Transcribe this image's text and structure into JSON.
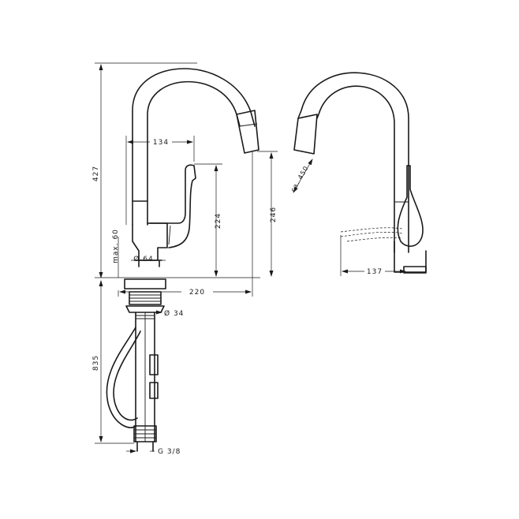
{
  "dimensions": {
    "total_height": "427",
    "spout_reach": "134",
    "lever_height": "224",
    "outlet_height": "246",
    "max_deck": "max. 60",
    "base_diameter": "Ø 64",
    "base_reach": "220",
    "hole_diameter": "Ø 34",
    "hose_length": "835",
    "connection": "G 3/8",
    "pullout_length": "ca. 450",
    "side_reach": "137"
  },
  "colors": {
    "line": "#1a1a1a",
    "background": "#ffffff"
  }
}
